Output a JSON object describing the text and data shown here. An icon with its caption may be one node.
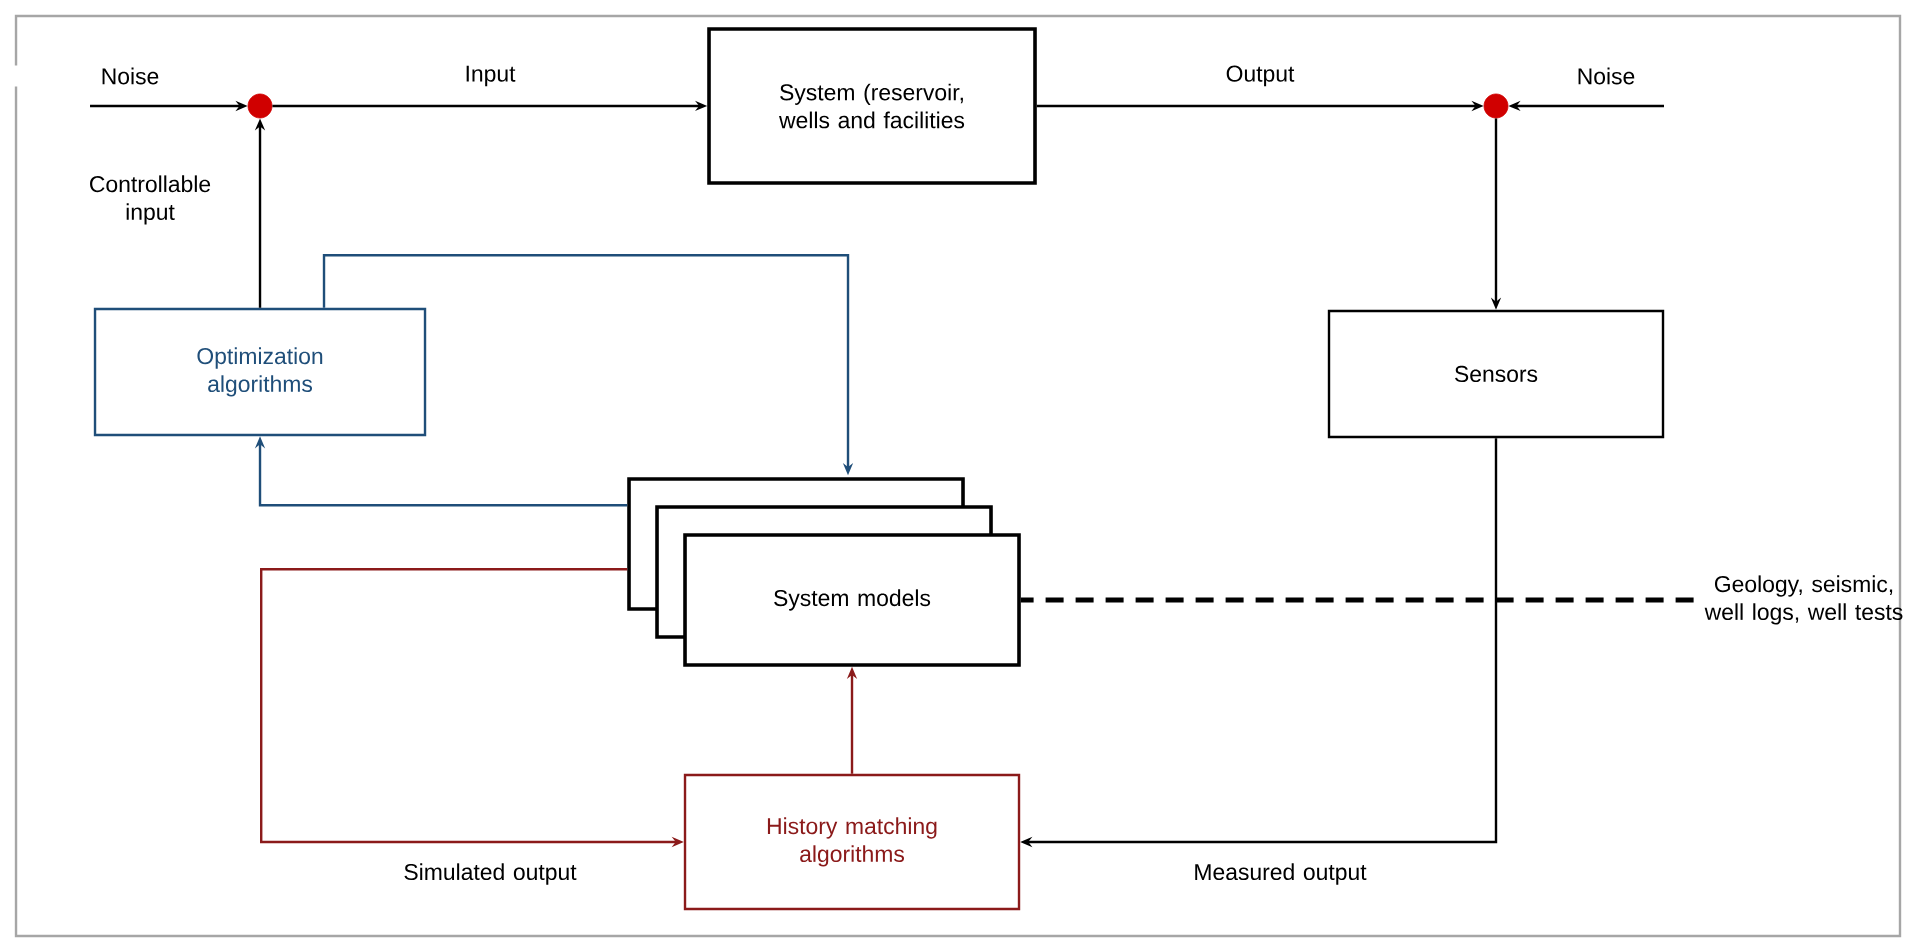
{
  "diagram": {
    "nodes": [
      {
        "text": [
          "System (reservoir, wells and facilities"
        ]
      },
      {
        "text": [],
        "shape": "circle"
      },
      {
        "text": [],
        "shape": "circle"
      },
      {
        "text": [
          "Optimization algorithms"
        ]
      },
      {
        "text": [
          "Sensors"
        ]
      },
      {
        "text": [
          "System models"
        ]
      },
      {
        "text": [
          "History matching algorithms"
        ]
      },
      {
        "text": [
          "Geology, seismic, well logs, well tests"
        ]
      }
    ],
    "edges": [
      {
        "from": null,
        "to": 1,
        "arrow": "to",
        "label": "Noise"
      },
      {
        "from": 1,
        "to": 0,
        "arrow": "to",
        "label": "Input"
      },
      {
        "from": 0,
        "to": 2,
        "arrow": "to",
        "label": "Output"
      },
      {
        "from": null,
        "to": 2,
        "arrow": "to",
        "label": "Noise"
      },
      {
        "from": 3,
        "to": 1,
        "arrow": "to",
        "label": "Controllable input"
      },
      {
        "from": 2,
        "to": 4,
        "arrow": "to"
      },
      {
        "from": 3,
        "to": 5,
        "arrow": "to",
        "color": "#1f4e79"
      },
      {
        "from": 5,
        "to": 3,
        "arrow": "to",
        "color": "#1f4e79"
      },
      {
        "from": 5,
        "to": 6,
        "arrow": "to",
        "label": "Simulated output",
        "color": "#8b1a1a"
      },
      {
        "from": 6,
        "to": 5,
        "arrow": "to",
        "color": "#8b1a1a"
      },
      {
        "from": 4,
        "to": 6,
        "arrow": "to",
        "label": "Measured output"
      },
      {
        "from": 7,
        "to": 5,
        "arrow": "none",
        "style": "dashed"
      }
    ]
  }
}
